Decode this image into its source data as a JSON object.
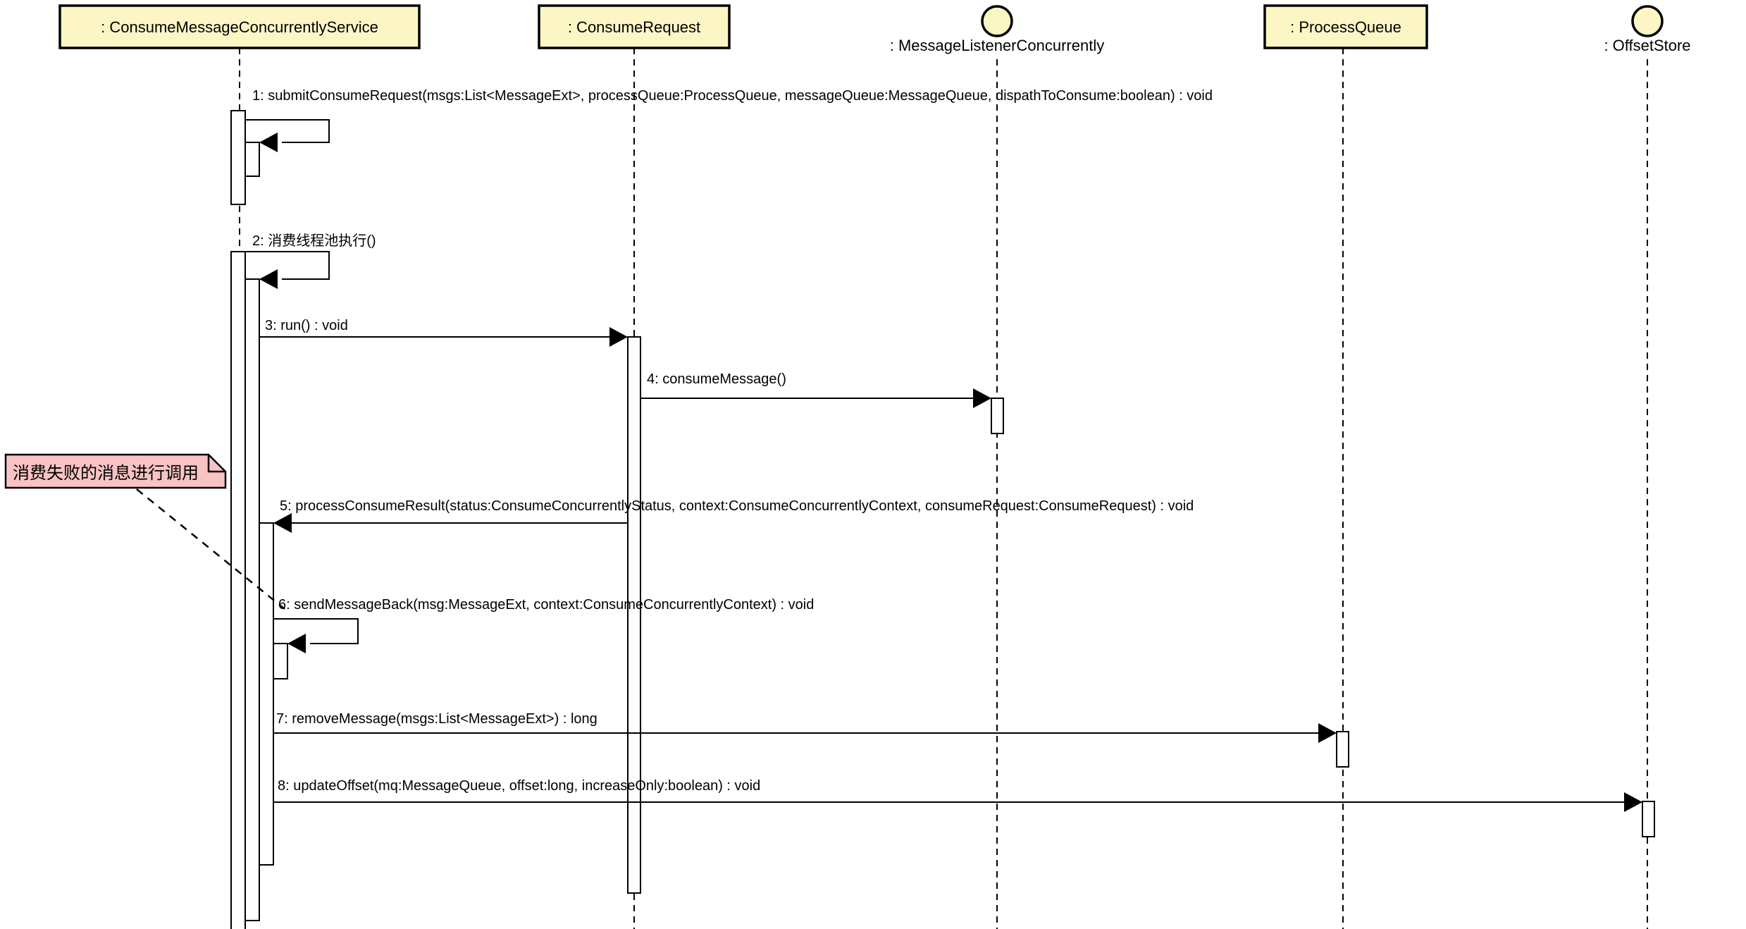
{
  "diagram": {
    "title": "UML sequence diagram - concurrent message consumption",
    "participants": [
      {
        "id": "consume-message-concurrently-service",
        "kind": "object-box",
        "label": ": ConsumeMessageConcurrentlyService"
      },
      {
        "id": "consume-request",
        "kind": "object-box",
        "label": ": ConsumeRequest"
      },
      {
        "id": "message-listener-concurrently",
        "kind": "entity-circle",
        "label": ": MessageListenerConcurrently"
      },
      {
        "id": "process-queue",
        "kind": "object-box",
        "label": ": ProcessQueue"
      },
      {
        "id": "offset-store",
        "kind": "entity-circle",
        "label": ": OffsetStore"
      }
    ],
    "messages": [
      {
        "seq": 1,
        "label": "1: submitConsumeRequest(msgs:List<MessageExt>, processQueue:ProcessQueue, messageQueue:MessageQueue, dispathToConsume:boolean) : void"
      },
      {
        "seq": 2,
        "label": "2: 消费线程池执行()"
      },
      {
        "seq": 3,
        "label": "3: run() : void"
      },
      {
        "seq": 4,
        "label": "4: consumeMessage()"
      },
      {
        "seq": 5,
        "label": "5: processConsumeResult(status:ConsumeConcurrentlyStatus, context:ConsumeConcurrentlyContext, consumeRequest:ConsumeRequest) : void"
      },
      {
        "seq": 6,
        "label": "6: sendMessageBack(msg:MessageExt, context:ConsumeConcurrentlyContext) : void"
      },
      {
        "seq": 7,
        "label": "7: removeMessage(msgs:List<MessageExt>) : long"
      },
      {
        "seq": 8,
        "label": "8: updateOffset(mq:MessageQueue, offset:long, increaseOnly:boolean) : void"
      }
    ],
    "note": {
      "text": "消费失败的消息进行调用"
    },
    "colors": {
      "participant_fill": "#FCF6C5",
      "note_fill": "#F9C3C3",
      "border": "#000000",
      "background": "#FFFFFF"
    }
  }
}
